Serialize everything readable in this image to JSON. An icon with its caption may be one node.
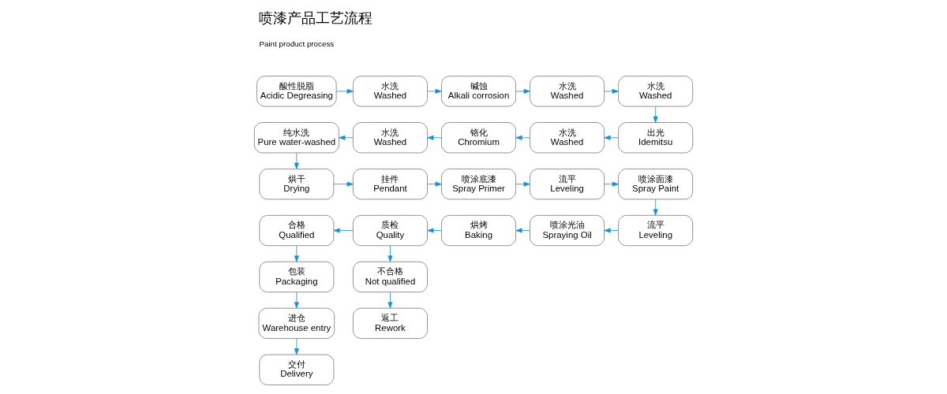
{
  "diagram": {
    "title": "喷漆产品工艺流程",
    "nodes": [
      {
        "text": [
          "酸性脱脂",
          "Acidic Degreasing"
        ]
      },
      {
        "text": [
          "水洗",
          "Washed"
        ]
      },
      {
        "text": [
          "碱蚀",
          "Alkali corrosion"
        ]
      },
      {
        "text": [
          "水洗",
          "Washed"
        ]
      },
      {
        "text": [
          "水洗",
          "Washed"
        ]
      },
      {
        "text": [
          "纯水洗",
          "Pure water-washed"
        ]
      },
      {
        "text": [
          "水洗",
          "Washed"
        ]
      },
      {
        "text": [
          "铬化",
          "Chromium"
        ]
      },
      {
        "text": [
          "水洗",
          "Washed"
        ]
      },
      {
        "text": [
          "出光",
          "Idemitsu"
        ]
      },
      {
        "text": [
          "烘干",
          "Drying"
        ]
      },
      {
        "text": [
          "挂件",
          "Pendant"
        ]
      },
      {
        "text": [
          "喷涂底漆",
          "Spray Primer"
        ]
      },
      {
        "text": [
          "流平",
          "Leveling"
        ]
      },
      {
        "text": [
          "喷涂面漆",
          "Spray Paint"
        ]
      },
      {
        "text": [
          "合格",
          "Qualified"
        ]
      },
      {
        "text": [
          "质检",
          "Quality"
        ]
      },
      {
        "text": [
          "烘烤",
          "Baking"
        ]
      },
      {
        "text": [
          "喷涂光油",
          "Spraying Oil"
        ]
      },
      {
        "text": [
          "流平",
          "Leveling"
        ]
      },
      {
        "text": [
          "包装",
          "Packaging"
        ]
      },
      {
        "text": [
          "不合格",
          "Not qualified"
        ]
      },
      {
        "text": [
          "进仓",
          "Warehouse entry"
        ]
      },
      {
        "text": [
          "返工",
          "Rework"
        ]
      },
      {
        "text": [
          "交付",
          "Delivery"
        ]
      }
    ],
    "edges": [
      {
        "from": 0,
        "to": 1,
        "arrow": "to"
      },
      {
        "from": 1,
        "to": 2,
        "arrow": "to"
      },
      {
        "from": 2,
        "to": 3,
        "arrow": "to"
      },
      {
        "from": 3,
        "to": 4,
        "arrow": "to"
      },
      {
        "from": 4,
        "to": 9,
        "arrow": "to"
      },
      {
        "from": 9,
        "to": 8,
        "arrow": "to"
      },
      {
        "from": 8,
        "to": 7,
        "arrow": "to"
      },
      {
        "from": 7,
        "to": 6,
        "arrow": "to"
      },
      {
        "from": 6,
        "to": 5,
        "arrow": "to"
      },
      {
        "from": 5,
        "to": 10,
        "arrow": "to"
      },
      {
        "from": 10,
        "to": 11,
        "arrow": "to"
      },
      {
        "from": 11,
        "to": 12,
        "arrow": "to"
      },
      {
        "from": 12,
        "to": 13,
        "arrow": "to"
      },
      {
        "from": 13,
        "to": 14,
        "arrow": "to"
      },
      {
        "from": 14,
        "to": 19,
        "arrow": "to"
      },
      {
        "from": 19,
        "to": 18,
        "arrow": "to"
      },
      {
        "from": 18,
        "to": 17,
        "arrow": "to"
      },
      {
        "from": 17,
        "to": 16,
        "arrow": "to"
      },
      {
        "from": 16,
        "to": 15,
        "arrow": "to"
      },
      {
        "from": 15,
        "to": 20,
        "arrow": "to"
      },
      {
        "from": 20,
        "to": 22,
        "arrow": "to"
      },
      {
        "from": 22,
        "to": 24,
        "arrow": "to"
      },
      {
        "from": 16,
        "to": 21,
        "arrow": "to"
      },
      {
        "from": 21,
        "to": 23,
        "arrow": "to"
      }
    ],
    "labels": [
      "Paint product process"
    ]
  }
}
